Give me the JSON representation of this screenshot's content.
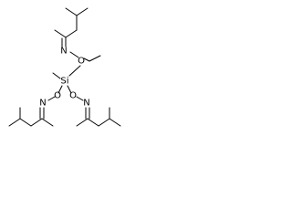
{
  "structure": {
    "atoms": {
      "n_top": "N",
      "o_top": "O",
      "si": "Si",
      "o_left": "O",
      "o_right": "O",
      "n_left": "N",
      "n_right": "N"
    },
    "colors": {
      "bond": "#000000",
      "label": "#000000",
      "background": "#ffffff"
    }
  }
}
